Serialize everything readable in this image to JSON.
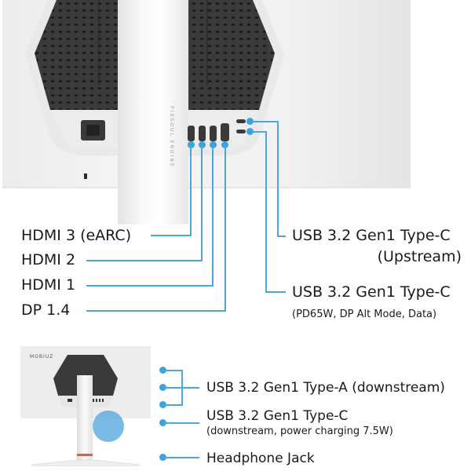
{
  "product": {
    "stand_label": "PIXSOUL ENGINE",
    "mini_logo": "MOBIUZ"
  },
  "colors": {
    "accent_line": "#4ea6d6",
    "accent_dot": "#3aa3dc",
    "text": "#1a1a1a",
    "highlight_circle": "#4ca4dc"
  },
  "rear_ports": {
    "left_labels": [
      {
        "label": "HDMI 3 (eARC)"
      },
      {
        "label": "HDMI 2"
      },
      {
        "label": "HDMI 1"
      },
      {
        "label": "DP 1.4"
      }
    ],
    "right_labels": [
      {
        "title": "USB 3.2 Gen1 Type-C",
        "subtitle": "(Upstream)"
      },
      {
        "title": "USB 3.2 Gen1 Type-C",
        "subtitle": "(PD65W, DP Alt Mode, Data)"
      }
    ]
  },
  "side_ports": {
    "labels": [
      {
        "title": "USB 3.2 Gen1 Type-A (downstream)"
      },
      {
        "title": "USB 3.2 Gen1 Type-C",
        "subtitle": "(downstream, power charging 7.5W)"
      },
      {
        "title": "Headphone Jack"
      }
    ]
  }
}
